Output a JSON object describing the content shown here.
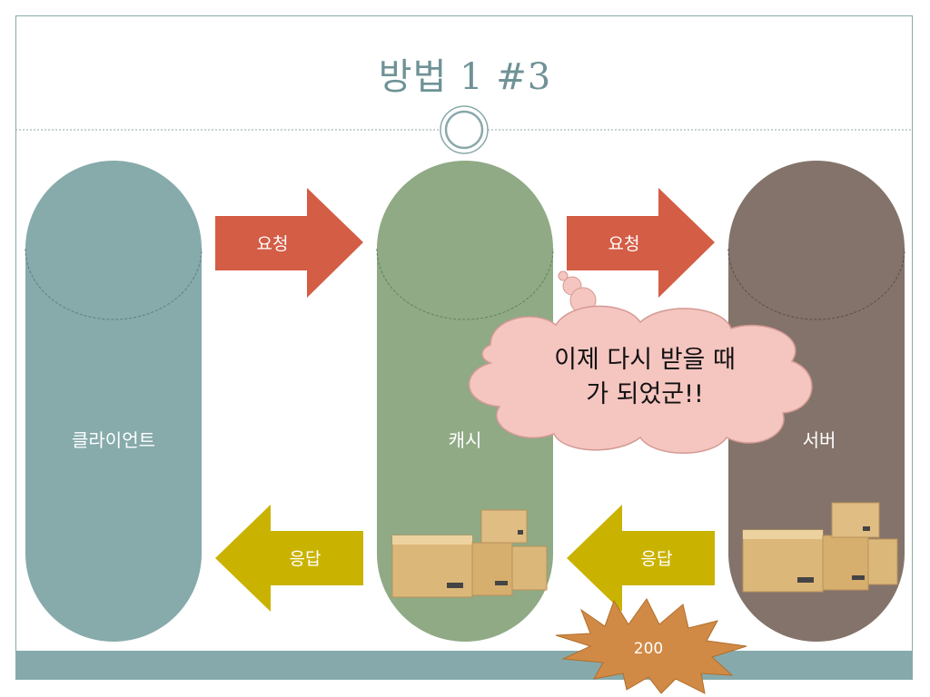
{
  "title": "방법 1 #3",
  "nodes": {
    "client": "클라이언트",
    "cache": "캐시",
    "server": "서버"
  },
  "arrows": {
    "request_1": "요청",
    "request_2": "요청",
    "response_1": "응답",
    "response_2": "응답"
  },
  "thought": {
    "line1": "이제 다시 받을 때",
    "line2": "가 되었군!!"
  },
  "status_burst": "200",
  "colors": {
    "client": "#87aaab",
    "cache": "#8faa85",
    "server": "#84736a",
    "request_arrow": "#d35d45",
    "response_arrow": "#c9b300",
    "cloud": "#f5c5c0",
    "burst": "#d18a45"
  }
}
